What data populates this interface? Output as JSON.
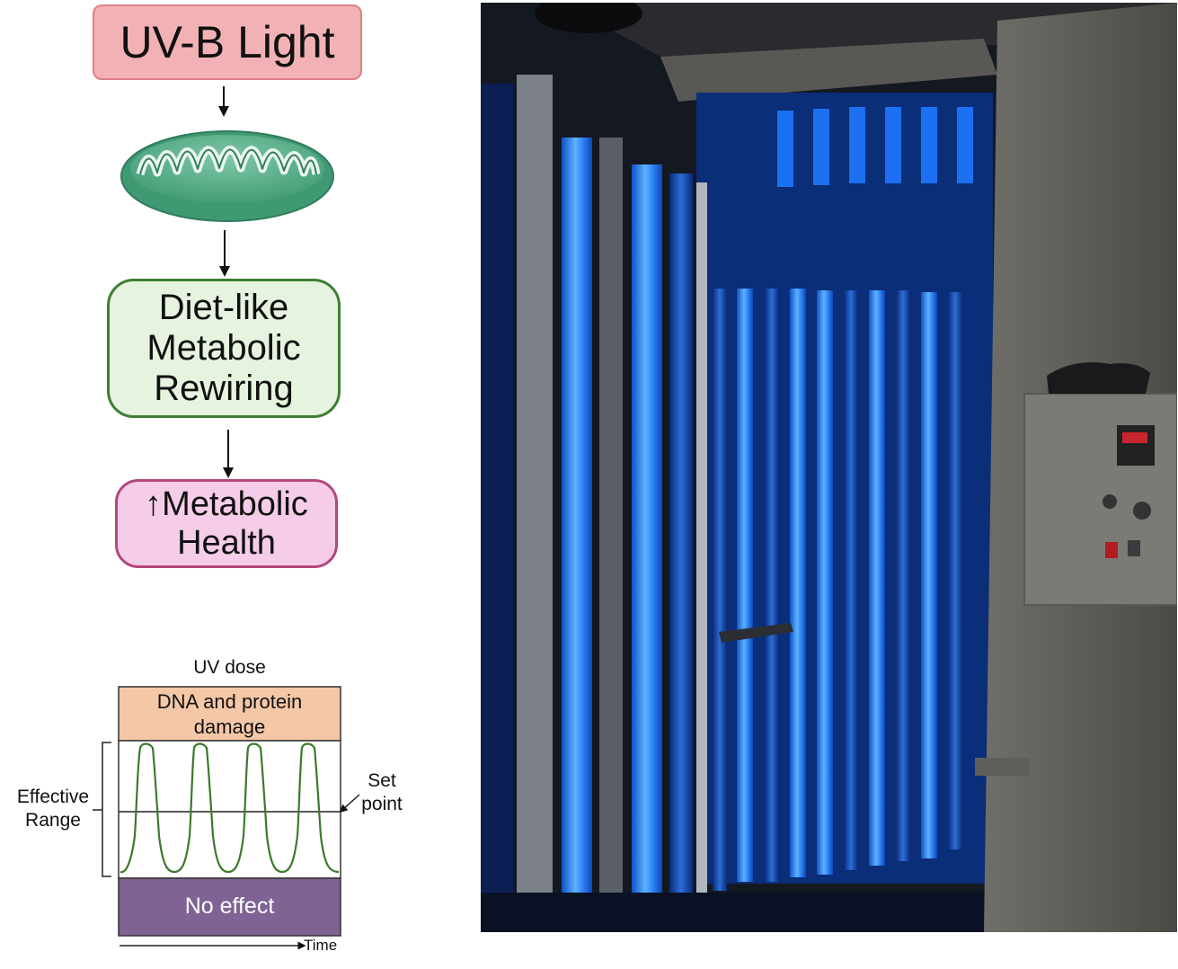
{
  "flow": {
    "uvb": "UV-B Light",
    "diet_lines": [
      "Diet-like",
      "Metabolic",
      "Rewiring"
    ],
    "health_lines": [
      "↑Metabolic",
      "Health"
    ]
  },
  "dose_chart": {
    "title": "UV dose",
    "top_zone_lines": [
      "DNA and protein",
      "damage"
    ],
    "bottom_zone": "No effect",
    "left_lines": [
      "Effective",
      "Range"
    ],
    "right_lines": [
      "Set",
      "point"
    ],
    "x_label": "Time"
  },
  "colors": {
    "uvb_fill": "#f2b2b5",
    "diet_fill": "#e6f4df",
    "health_fill": "#f5cde9",
    "damage_zone": "#f4c7a7",
    "no_effect_zone": "#7e6394",
    "oscillation": "#3a7a2c"
  }
}
